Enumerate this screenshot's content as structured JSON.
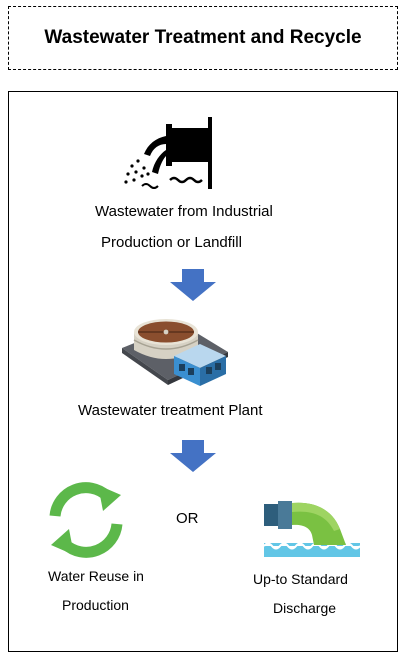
{
  "title": "Wastewater Treatment and Recycle",
  "steps": {
    "source_line1": "Wastewater from Industrial",
    "source_line2": "Production  or Landfill",
    "plant": "Wastewater treatment  Plant",
    "or": "OR",
    "reuse_line1": "Water Reuse in",
    "reuse_line2": "Production",
    "discharge_line1": "Up-to Standard",
    "discharge_line2": "Discharge"
  },
  "icons": {
    "source": "wastewater-outfall-pipe-icon",
    "arrow": "down-arrow-icon",
    "plant": "treatment-plant-icon",
    "reuse": "recycle-arrows-icon",
    "discharge": "discharge-pipe-icon"
  },
  "colors": {
    "arrow": "#4472c4",
    "recycle": "#5cb84a",
    "plant_tank": "#8a4e2e",
    "plant_building": "#3a8fd0",
    "pipe": "#7ac142",
    "pipe_collar": "#345f7a",
    "water": "#62c6e6"
  }
}
